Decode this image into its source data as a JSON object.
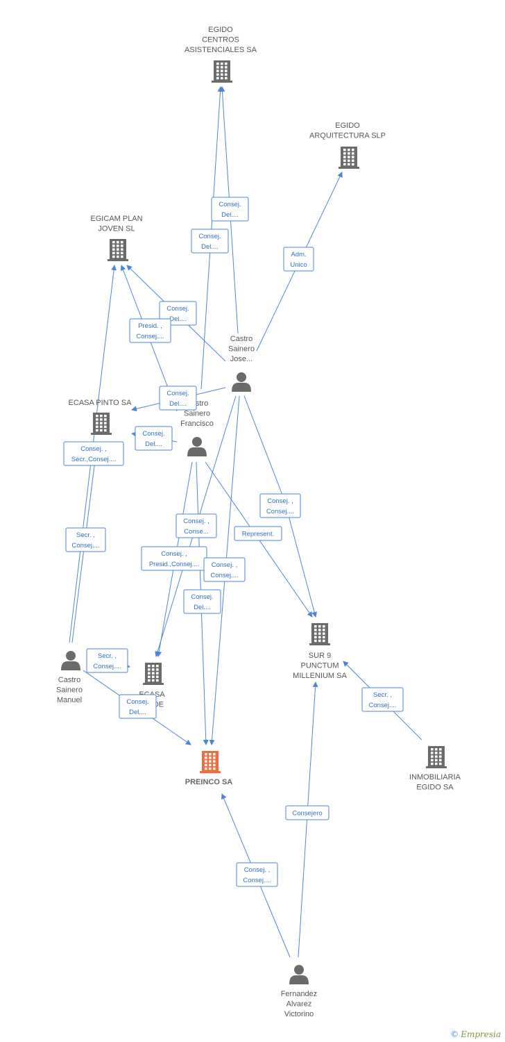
{
  "colors": {
    "edge": "#4a86d8",
    "node": "#6b6b6b",
    "focus": "#f26b3a"
  },
  "nodes": [
    {
      "id": "egido_centros",
      "type": "company",
      "lines": [
        "EGIDO",
        "CENTROS",
        "ASISTENCIALES SA"
      ],
      "icon": "building-icon"
    },
    {
      "id": "egido_arq",
      "type": "company",
      "lines": [
        "EGIDO",
        "ARQUITECTURA SLP"
      ],
      "icon": "building-icon"
    },
    {
      "id": "egicam",
      "type": "company",
      "lines": [
        "EGICAM PLAN",
        "JOVEN SL"
      ],
      "icon": "building-icon"
    },
    {
      "id": "castro_jose",
      "type": "person",
      "lines": [
        "Castro",
        "Sainero",
        "Jose..."
      ],
      "icon": "person-icon"
    },
    {
      "id": "ecasa_pinto",
      "type": "company",
      "lines": [
        "ECASA PINTO SA"
      ],
      "icon": "building-icon"
    },
    {
      "id": "castro_francisco",
      "type": "person",
      "lines": [
        "Castro",
        "Sainero",
        "Francisco"
      ],
      "icon": "person-icon"
    },
    {
      "id": "sur9",
      "type": "company",
      "lines": [
        "SUR 9",
        "PUNCTUM",
        "MILLENIUM SA"
      ],
      "icon": "building-icon"
    },
    {
      "id": "castro_manuel",
      "type": "person",
      "lines": [
        "Castro",
        "Sainero",
        "Manuel"
      ],
      "icon": "person-icon"
    },
    {
      "id": "ecasa_de",
      "type": "company",
      "lines": [
        "ECASA",
        "...A DE",
        "..."
      ],
      "icon": "building-icon"
    },
    {
      "id": "preinco",
      "type": "company",
      "focus": true,
      "lines": [
        "PREINCO SA"
      ],
      "icon": "building-icon"
    },
    {
      "id": "inmobiliaria",
      "type": "company",
      "lines": [
        "INMOBILIARIA",
        "EGIDO SA"
      ],
      "icon": "building-icon"
    },
    {
      "id": "fernandez",
      "type": "person",
      "lines": [
        "Fernandez",
        "Alvarez",
        "Victorino"
      ],
      "icon": "person-icon"
    }
  ],
  "edge_labels": [
    [
      "Consej.",
      "Del...."
    ],
    [
      "Consej.",
      "Del...."
    ],
    [
      "Adm.",
      "Unico"
    ],
    [
      "Consej.",
      "Del...."
    ],
    [
      "Presid. ,",
      "Consej...."
    ],
    [
      "Consej.",
      "Del...."
    ],
    [
      "Consej.",
      "Del...."
    ],
    [
      "Consej. ,",
      "Secr.,Consej...."
    ],
    [
      "Consej. ,",
      "Consej...."
    ],
    [
      "Secr. ,",
      "Consej...."
    ],
    [
      "Consej. ,",
      "Conse..."
    ],
    [
      "Represent."
    ],
    [
      "Consej. ,",
      "Presid.,Consej...."
    ],
    [
      "Consej. ,",
      "Consej...."
    ],
    [
      "Consej.",
      "Del...."
    ],
    [
      "Secr. ,",
      "Consej...."
    ],
    [
      "Consej.",
      "Del...."
    ],
    [
      "Secr. ,",
      "Consej...."
    ],
    [
      "Consejero"
    ],
    [
      "Consej. ,",
      "Consej...."
    ]
  ],
  "copyright": {
    "symbol": "©",
    "brand": "Empresia"
  }
}
